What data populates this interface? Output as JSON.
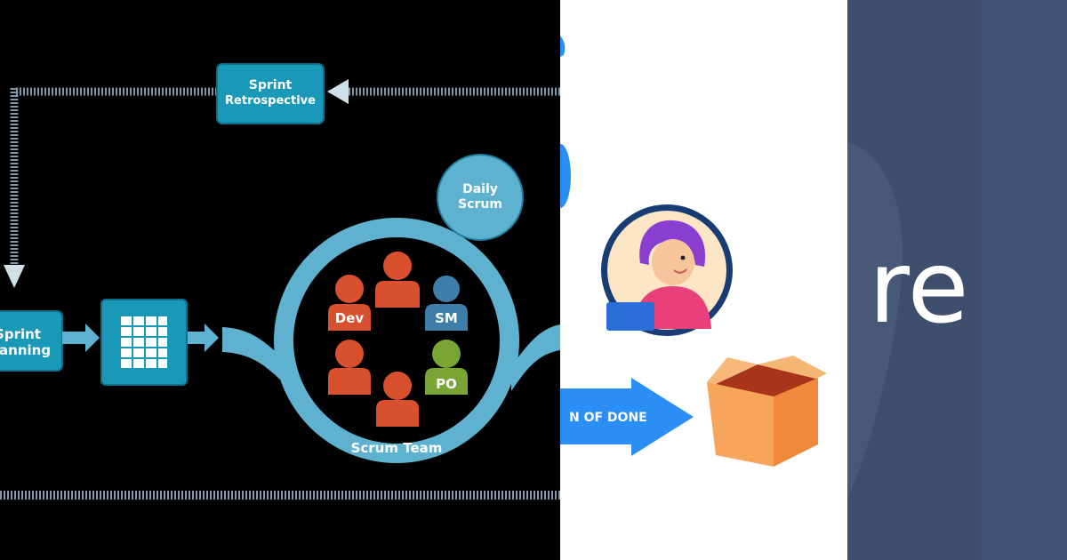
{
  "scrum_diagram": {
    "retrospective": {
      "line1": "Sprint",
      "line2": "Retrospective"
    },
    "planning": {
      "line1": "Sprint",
      "line2": "Planning"
    },
    "daily_scrum": {
      "line1": "Daily",
      "line2": "Scrum"
    },
    "team": {
      "label": "Scrum Team",
      "dev": "Dev",
      "sm": "SM",
      "po": "PO"
    }
  },
  "middle_panel": {
    "arrow_text": "N OF DONE"
  },
  "right_panel": {
    "word_fragment": "re"
  },
  "colors": {
    "box_teal": "#1a98b8",
    "circle_light": "#5fb2cf",
    "dev_red": "#d9502f",
    "sm_blue": "#3f7ea8",
    "po_green": "#79a534",
    "arrow_blue": "#2a8ef5",
    "right_bg": "#3d4f6c"
  }
}
